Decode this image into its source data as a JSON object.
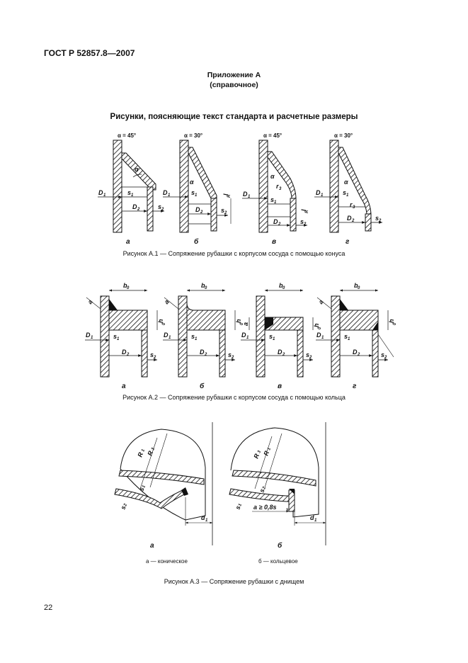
{
  "header": {
    "doc_code": "ГОСТ Р 52857.8—2007"
  },
  "annex": {
    "title": "Приложение А",
    "subtitle": "(справочное)"
  },
  "section_title": "Рисунки, поясняющие текст стандарта и расчетные размеры",
  "figure_a1": {
    "angle_labels": [
      "α = 45°",
      "α = 30°",
      "α = 45°",
      "α = 30°"
    ],
    "letters": [
      "а",
      "б",
      "в",
      "г"
    ],
    "caption": "Рисунок А.1 — Сопряжение рубашки с корпусом сосуда с помощью конуса"
  },
  "figure_a2": {
    "letters": [
      "а",
      "б",
      "в",
      "г"
    ],
    "caption": "Рисунок А.2 — Сопряжение рубашки с корпусом сосуда с помощью кольца"
  },
  "figure_a3": {
    "letters": [
      "а",
      "б"
    ],
    "dimension_note": "a ≥ 0,8s",
    "legend_a": "а — коническое",
    "legend_b": "б — кольцевое",
    "caption": "Рисунок А.3 — Сопряжение рубашки с днищем"
  },
  "page": {
    "number": "22"
  }
}
